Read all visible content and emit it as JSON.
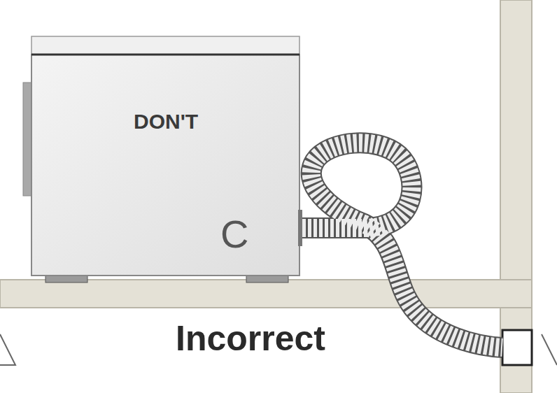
{
  "diagram": {
    "nodes": [
      {
        "text": [
          "DON'T",
          "C"
        ]
      }
    ],
    "labels": [
      "Incorrect"
    ]
  }
}
